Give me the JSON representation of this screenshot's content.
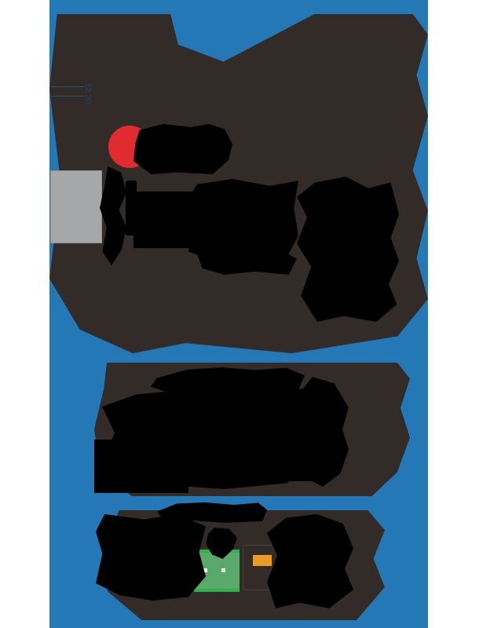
{
  "meta": {
    "appearance": "redacted",
    "note": "Screenshot is heavily redacted; nearly all text is masked by opaque black blobs."
  },
  "colors": {
    "brand_blue": "#2478B5",
    "card_brown": "#332B28",
    "redaction_black": "#000000",
    "accent_red": "#E12B31",
    "accent_orange": "#EC9B24",
    "accent_green": "#56B96E",
    "placeholder_grey": "#A5A7A9",
    "page_white": "#FFFFFF"
  },
  "statusbar": {
    "clock": "12:20"
  },
  "cards": {
    "top": {
      "name": "primary-content-card",
      "status_dot_color": "#E12B31",
      "thumbnail_label": "",
      "timeline": {
        "steps": [
          "",
          "",
          ""
        ],
        "step_count": 3
      }
    },
    "middle": {
      "name": "device-card",
      "icon": "appliance-icon"
    },
    "bottom": {
      "name": "board-card",
      "icon": "circuit-board-icon",
      "chips": [
        "orange-chip",
        "green-chip"
      ],
      "pins": 2
    }
  },
  "redactions": {
    "count": 22,
    "label": ""
  }
}
